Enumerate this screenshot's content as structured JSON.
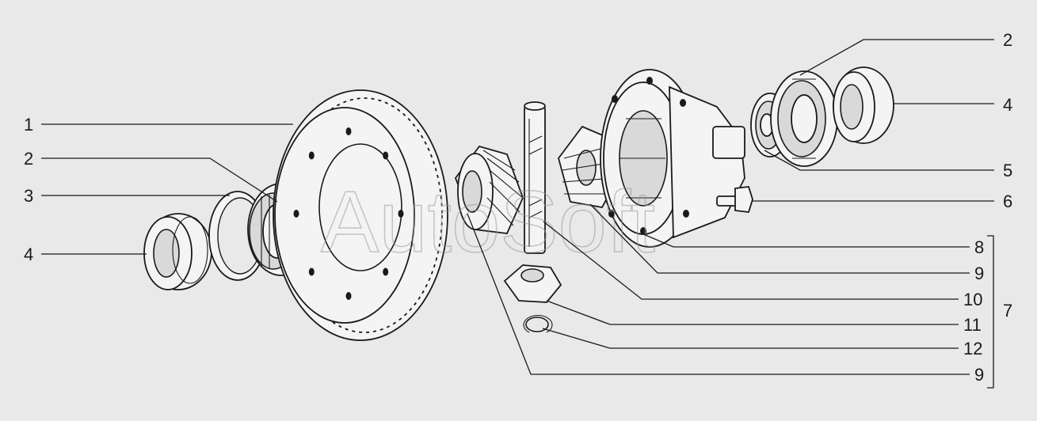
{
  "watermark": "AutoSoft",
  "callouts": {
    "c1": "1",
    "c2_left": "2",
    "c3": "3",
    "c4_left": "4",
    "c2_right": "2",
    "c4_right": "4",
    "c5": "5",
    "c6": "6",
    "c8": "8",
    "c9_upper": "9",
    "c10": "10",
    "c11": "11",
    "c12": "12",
    "c9_lower": "9",
    "c7_group": "7"
  },
  "colors": {
    "line": "#1a1a1a",
    "background": "#e9e9e9",
    "part_fill": "#f4f4f4"
  }
}
